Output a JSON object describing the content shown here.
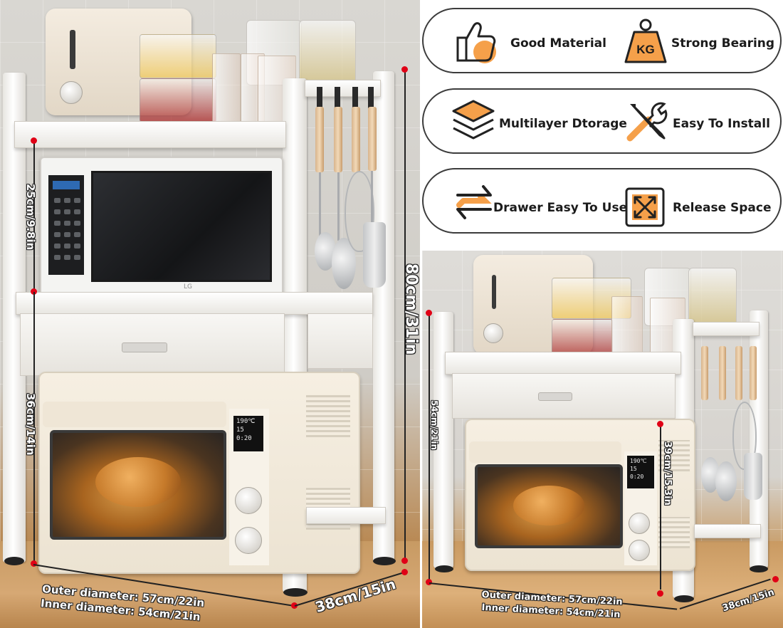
{
  "left_photo": {
    "dimensions": {
      "top_gap": "25cm/9.8in",
      "lower_gap": "36cm/14in",
      "total_height": "80cm/31in",
      "depth": "38cm/15in",
      "outer_diameter": "Outer diameter: 57cm/22in",
      "inner_diameter": "Inner diameter: 54cm/21in"
    },
    "microwave": {
      "brand": "LG"
    },
    "oven": {
      "display_lines": [
        "190℃",
        "15",
        "0:20"
      ]
    }
  },
  "features": [
    {
      "icon": "thumbs-up-icon",
      "label": "Good Material"
    },
    {
      "icon": "kg-weight-icon",
      "icon_text": "KG",
      "label": "Strong Bearing"
    },
    {
      "icon": "layers-icon",
      "label": "Multilayer Dtorage"
    },
    {
      "icon": "tools-icon",
      "label": "Easy To Install"
    },
    {
      "icon": "drawer-arrows-icon",
      "label": "Drawer Easy To Use"
    },
    {
      "icon": "expand-space-icon",
      "label": "Release Space"
    }
  ],
  "right_photo": {
    "dimensions": {
      "total_height": "54cm/21in",
      "lower_gap": "39cm/15.3in",
      "depth": "38cm/15in",
      "outer_diameter": "Outer diameter: 57cm/22in",
      "inner_diameter": "Inner diameter: 54cm/21in"
    },
    "oven": {
      "display_lines": [
        "190℃",
        "15",
        "0:20"
      ]
    }
  },
  "colors": {
    "accent_orange": "#f5a04a",
    "marker_red": "#e00016",
    "outline": "#3c3c3c"
  }
}
